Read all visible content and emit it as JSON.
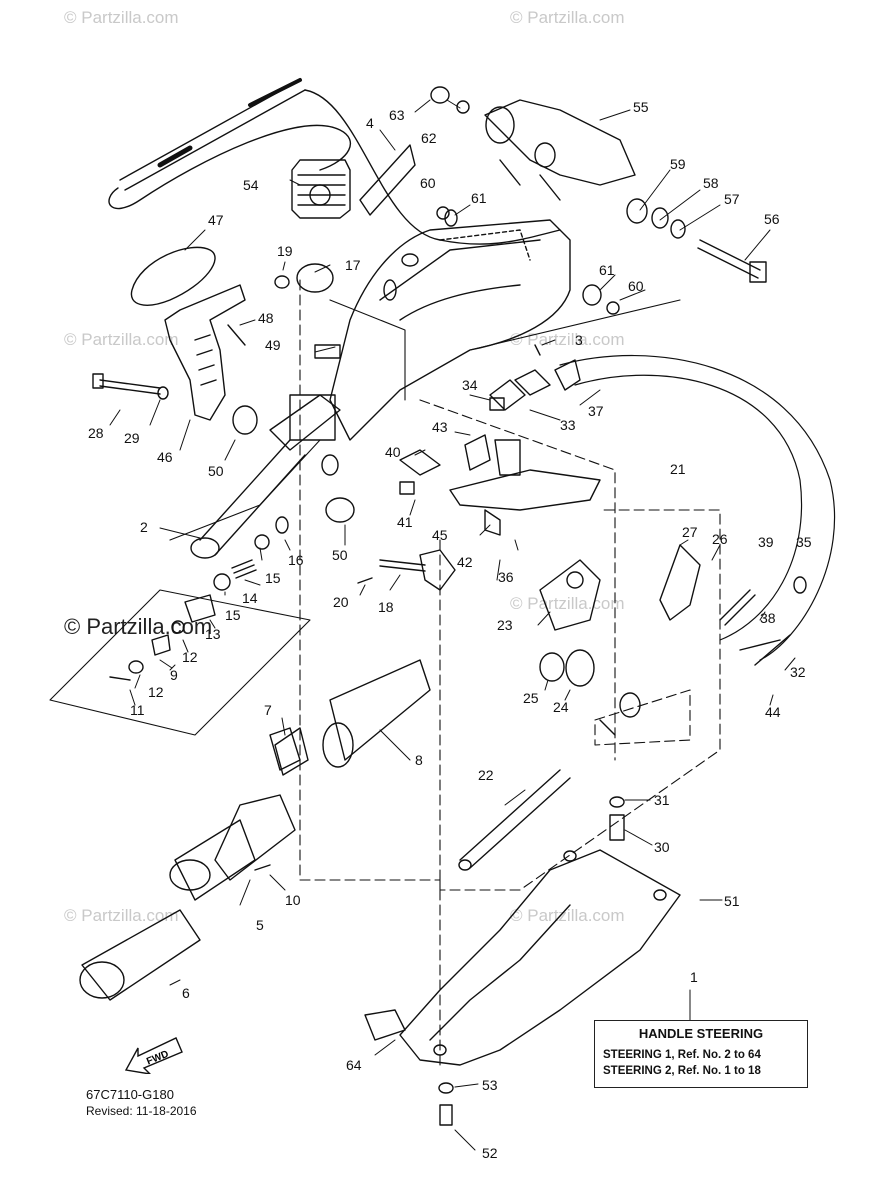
{
  "watermark": {
    "site": "© Partzilla.com",
    "prominent": "© Partzilla.com"
  },
  "diagram": {
    "code": "67C7110-G180",
    "revised": "Revised: 11-18-2016",
    "fwd_label": "FWD"
  },
  "info_box": {
    "title": "HANDLE STEERING",
    "line1": "STEERING 1,  Ref. No. 2 to 64",
    "line2": "STEERING 2,  Ref. No. 1 to 18"
  },
  "callouts": [
    "1",
    "2",
    "3",
    "4",
    "5",
    "6",
    "7",
    "8",
    "9",
    "10",
    "11",
    "12",
    "12",
    "13",
    "14",
    "15",
    "15",
    "16",
    "17",
    "18",
    "19",
    "20",
    "21",
    "22",
    "23",
    "24",
    "25",
    "26",
    "27",
    "28",
    "29",
    "30",
    "31",
    "32",
    "33",
    "34",
    "35",
    "36",
    "37",
    "38",
    "39",
    "40",
    "41",
    "42",
    "43",
    "44",
    "45",
    "46",
    "47",
    "48",
    "49",
    "50",
    "50",
    "51",
    "52",
    "53",
    "54",
    "55",
    "56",
    "57",
    "58",
    "59",
    "60",
    "60",
    "61",
    "61",
    "62",
    "63",
    "64"
  ],
  "colors": {
    "line": "#111111",
    "watermark": "#c9c9c9",
    "background": "#ffffff"
  }
}
